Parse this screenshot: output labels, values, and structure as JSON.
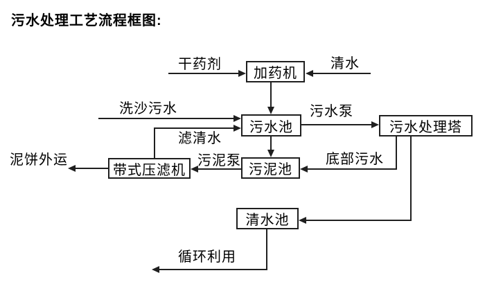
{
  "title": "污水处理工艺流程框图:",
  "colors": {
    "background": "#ffffff",
    "line": "#1f1f1f",
    "text": "#000000",
    "box_border": "#1f1f1f"
  },
  "nodes": {
    "dosing_machine": {
      "label": "加药机"
    },
    "sewage_pool": {
      "label": "污水池"
    },
    "treatment_tower": {
      "label": "污水处理塔"
    },
    "sludge_pool": {
      "label": "污泥池"
    },
    "belt_filter_press": {
      "label": "带式压滤机"
    },
    "clean_water_pool": {
      "label": "清水池"
    }
  },
  "edge_labels": {
    "dry_chemical": "干药剂",
    "clean_water": "清水",
    "sand_washing_sewage": "洗沙污水",
    "filtered_water": "滤清水",
    "sewage_pump": "污水泵",
    "sludge_pump": "污泥泵",
    "bottom_sewage": "底部污水",
    "mud_cake_out": "泥饼外运",
    "recycle_use": "循环利用"
  }
}
